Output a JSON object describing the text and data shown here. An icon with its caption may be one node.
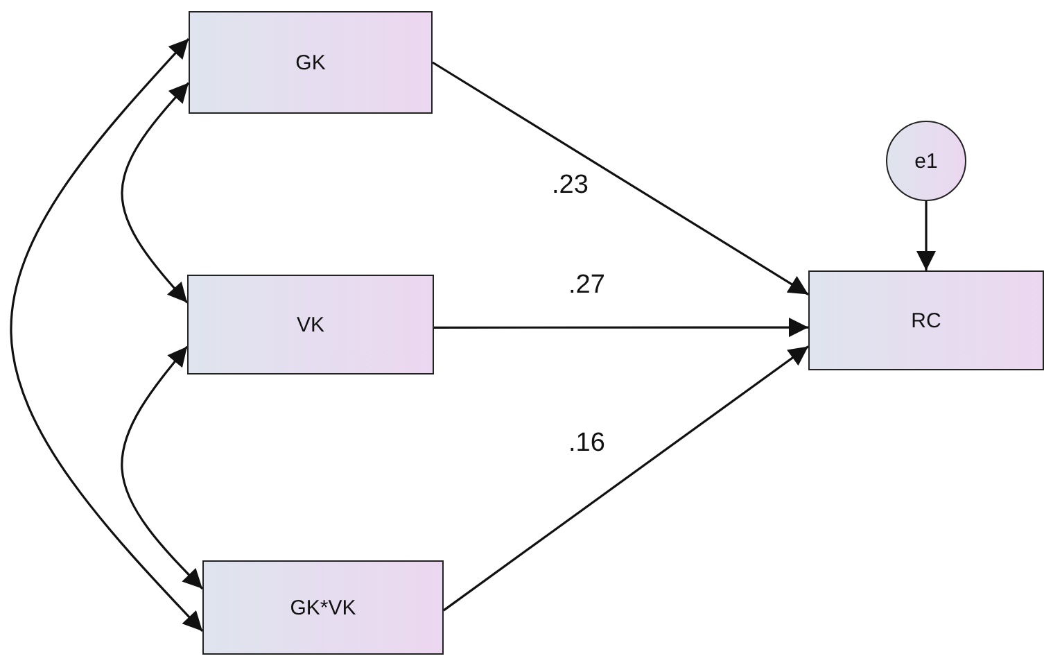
{
  "diagram": {
    "nodes": [
      {
        "text": [
          "GK"
        ]
      },
      {
        "text": [
          "VK"
        ]
      },
      {
        "text": [
          "GK*VK"
        ]
      },
      {
        "text": [
          "RC"
        ]
      },
      {
        "text": [
          "e1"
        ]
      }
    ],
    "edges": [
      {
        "from": 0,
        "to": 3,
        "arrow": "to",
        "label": ".23"
      },
      {
        "from": 1,
        "to": 3,
        "arrow": "to",
        "label": ".27"
      },
      {
        "from": 2,
        "to": 3,
        "arrow": "to",
        "label": ".16"
      },
      {
        "from": 4,
        "to": 3,
        "arrow": "to"
      },
      {
        "from": 0,
        "to": 1,
        "arrow": "both"
      },
      {
        "from": 1,
        "to": 2,
        "arrow": "both"
      },
      {
        "from": 0,
        "to": 2,
        "arrow": "both"
      }
    ]
  }
}
